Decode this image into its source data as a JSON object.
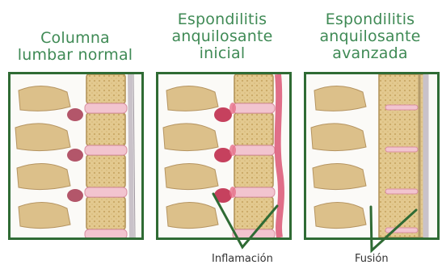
{
  "panels": [
    {
      "title_lines": [
        "Columna",
        "lumbar normal"
      ]
    },
    {
      "title_lines": [
        "Espondilitis",
        "anquilosante",
        "inicial"
      ]
    },
    {
      "title_lines": [
        "Espondilitis",
        "anquilosante",
        "avanzada"
      ]
    }
  ],
  "labels": {
    "inflammation": "Inflamación",
    "fusion": "Fusión"
  },
  "colors": {
    "frame": "#2f6b34",
    "title_text": "#3f8a55",
    "bone": "#e3c98f",
    "disc": "#f2c4cf",
    "inflammation": "#d94b6b",
    "ligament": "#c9c2c9"
  }
}
